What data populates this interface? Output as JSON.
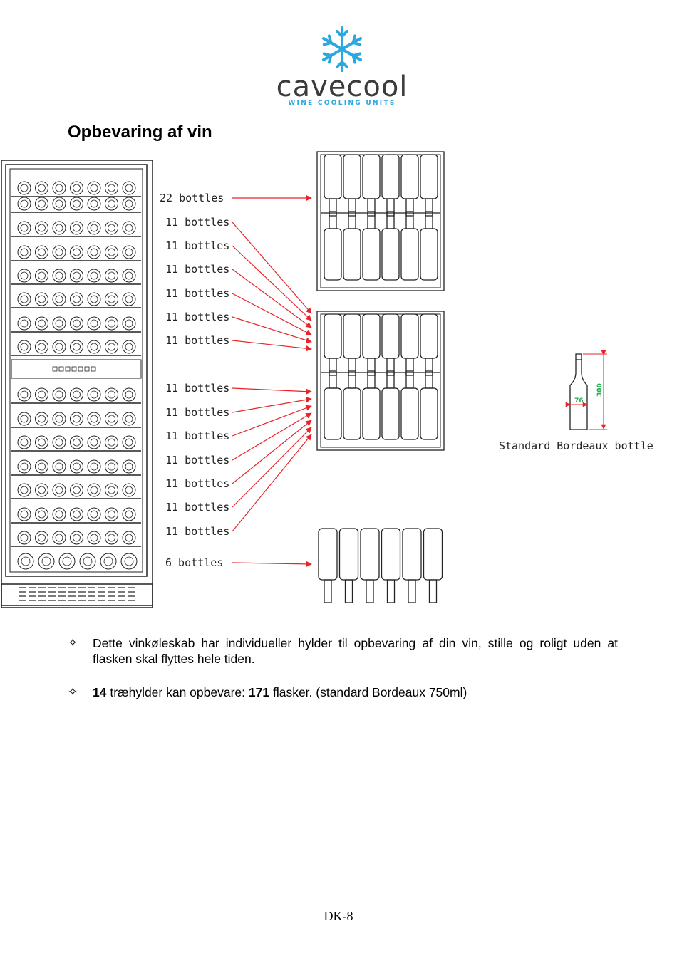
{
  "header": {
    "logo_word": "cavecool",
    "logo_tagline": "WINE COOLING UNITS"
  },
  "page": {
    "title": "Opbevaring af vin",
    "footer": "DK-8"
  },
  "diagram": {
    "shelf_labels": [
      "22 bottles",
      "11 bottles",
      "11 bottles",
      "11 bottles",
      "11 bottles",
      "11 bottles",
      "11 bottles",
      "11 bottles",
      "11 bottles",
      "11 bottles",
      "11 bottles",
      "11 bottles",
      "11 bottles",
      "11 bottles",
      "6 bottles"
    ],
    "bottle_caption": "Standard Bordeaux bottle",
    "bottle_width": "76",
    "bottle_height": "300",
    "colors": {
      "arrow": "#e8242a",
      "dimension": "#e8242a",
      "dimension_text": "#22b14c",
      "lines": "#222222",
      "logo_blue": "#2aa8e0"
    }
  },
  "bullets": [
    {
      "pre": "Dette vinkøleskab har individueller hylder til opbevaring af din vin, stille og roligt uden at flasken skal flyttes hele tiden."
    },
    {
      "num1": "14",
      "mid": " træhylder kan opbevare: ",
      "num2": "171",
      "post": " flasker. (standard Bordeaux 750ml)"
    }
  ]
}
